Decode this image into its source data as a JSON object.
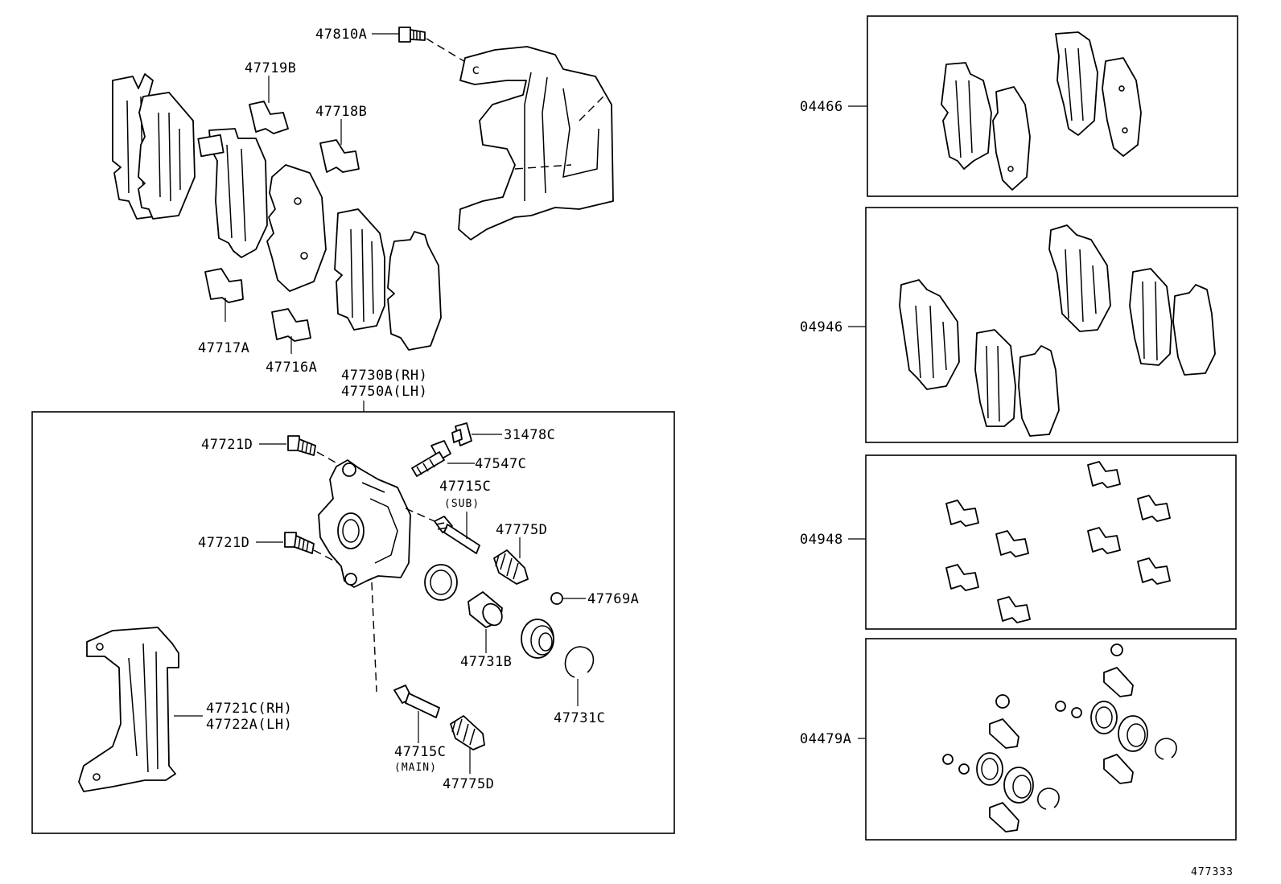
{
  "diagram": {
    "ref_number": "477333",
    "labels": {
      "p47810A": "47810A",
      "p47719B": "47719B",
      "p47718B": "47718B",
      "p47717A": "47717A",
      "p47716A": "47716A",
      "p47730B": "47730B(RH)",
      "p47750A": "47750A(LH)",
      "p47721D_1": "47721D",
      "p47721D_2": "47721D",
      "p31478C": "31478C",
      "p47547C": "47547C",
      "p47715C_sub": "47715C",
      "sub": "(SUB)",
      "p47775D_1": "47775D",
      "p47769A": "47769A",
      "p47731B": "47731B",
      "p47731C": "47731C",
      "p47721C": "47721C(RH)",
      "p47722A": "47722A(LH)",
      "p47715C_main": "47715C",
      "main": "(MAIN)",
      "p47775D_2": "47775D"
    },
    "kits": [
      {
        "code": "04466"
      },
      {
        "code": "04946"
      },
      {
        "code": "04948"
      },
      {
        "code": "04479A"
      }
    ]
  }
}
